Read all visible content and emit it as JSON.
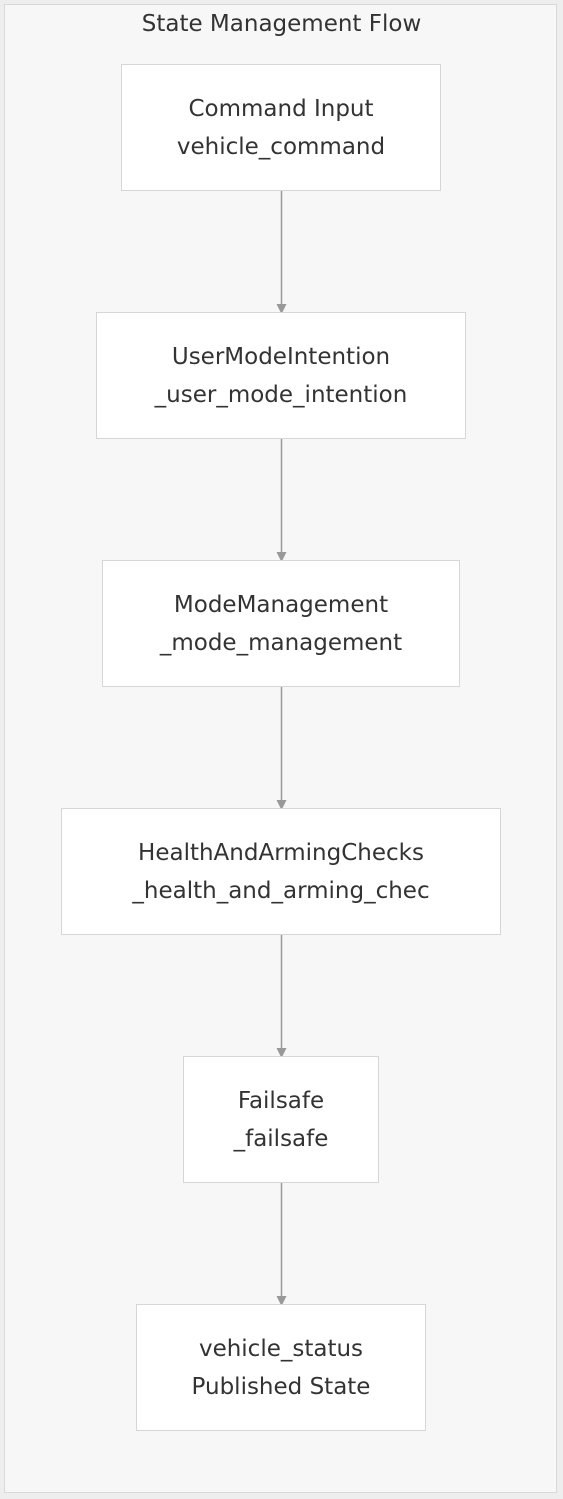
{
  "diagram": {
    "title": "State Management Flow",
    "nodes": [
      {
        "id": "command-input",
        "line1": "Command Input",
        "line2": "vehicle_command"
      },
      {
        "id": "user-mode-intention",
        "line1": "UserModeIntention",
        "line2": "_user_mode_intention"
      },
      {
        "id": "mode-management",
        "line1": "ModeManagement",
        "line2": "_mode_management"
      },
      {
        "id": "health-and-arming-checks",
        "line1": "HealthAndArmingChecks",
        "line2": "_health_and_arming_chec"
      },
      {
        "id": "failsafe",
        "line1": "Failsafe",
        "line2": "_failsafe"
      },
      {
        "id": "vehicle-status",
        "line1": "vehicle_status",
        "line2": "Published State"
      }
    ],
    "edges": [
      {
        "from": "command-input",
        "to": "user-mode-intention"
      },
      {
        "from": "user-mode-intention",
        "to": "mode-management"
      },
      {
        "from": "mode-management",
        "to": "health-and-arming-checks"
      },
      {
        "from": "health-and-arming-checks",
        "to": "failsafe"
      },
      {
        "from": "failsafe",
        "to": "vehicle-status"
      }
    ],
    "colors": {
      "edge": "#999999",
      "node_border": "#d6d6d6",
      "cluster_bg": "#f7f7f7"
    }
  }
}
